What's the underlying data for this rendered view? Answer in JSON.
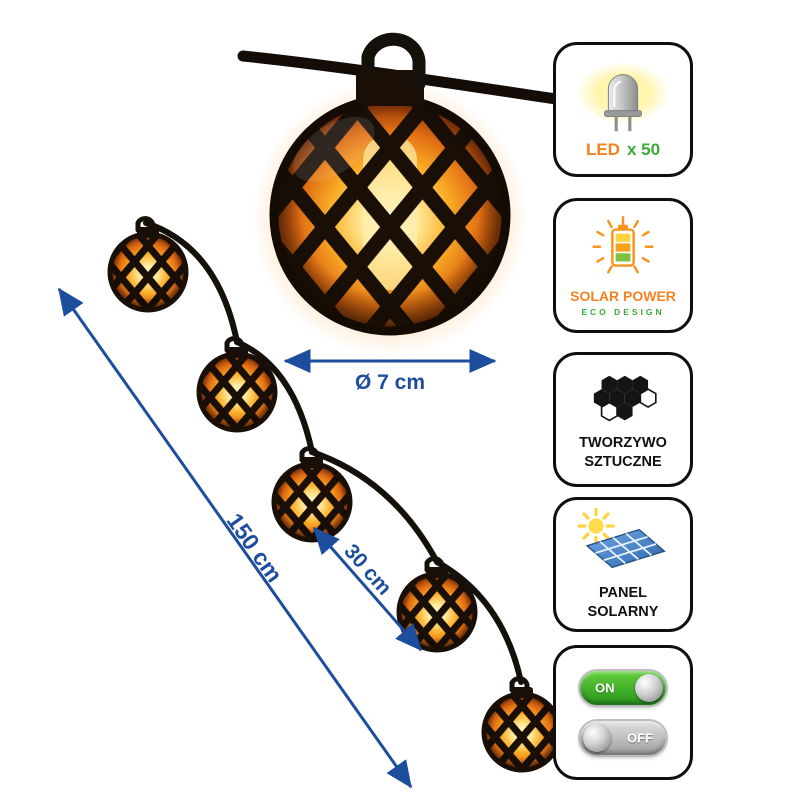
{
  "dimensions": {
    "diameter_label": "Ø 7 cm",
    "total_length_label": "150 cm",
    "spacing_label": "30 cm"
  },
  "badges": {
    "led": {
      "icon": "led-diode-icon",
      "label_led": "LED",
      "label_count": "x 50"
    },
    "solar_power": {
      "icon": "sun-battery-icon",
      "title": "SOLAR POWER",
      "subtitle": "ECO DESIGN"
    },
    "material": {
      "icon": "honeycomb-icon",
      "line1": "TWORZYWO",
      "line2": "SZTUCZNE"
    },
    "solar_panel": {
      "icon": "solar-panel-sun-icon",
      "line1": "PANEL",
      "line2": "SOLARNY"
    },
    "power_switch": {
      "icon_on": "toggle-on-icon",
      "icon_off": "toggle-off-icon",
      "on_label": "ON",
      "off_label": "OFF"
    }
  },
  "colors": {
    "dimension_blue": "#1d4e9e",
    "accent_orange": "#f5821f",
    "eco_green": "#3aaa35",
    "flame_orange": "#f7941d",
    "lantern_black": "#190f07",
    "panel_blue": "#4a8fd4",
    "toggle_green": "#3fae2a",
    "toggle_gray": "#b9b9b9"
  }
}
